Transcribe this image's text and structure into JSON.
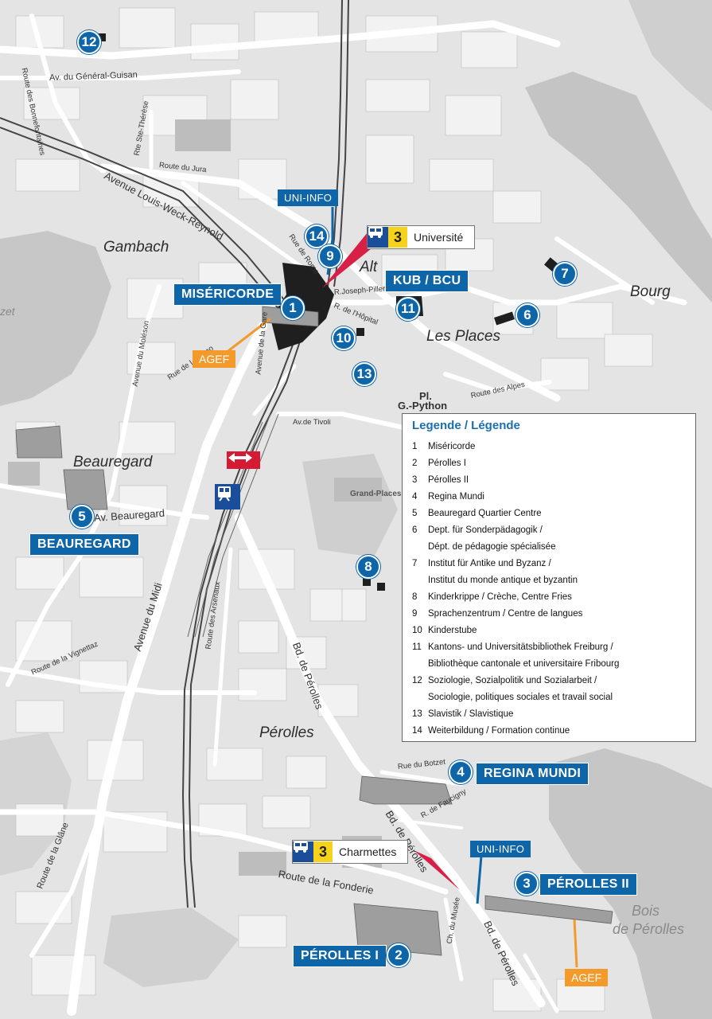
{
  "map": {
    "markers": [
      {
        "number": "12"
      },
      {
        "number": "14"
      },
      {
        "number": "9"
      },
      {
        "number": "1"
      },
      {
        "number": "11"
      },
      {
        "number": "7"
      },
      {
        "number": "6"
      },
      {
        "number": "10"
      },
      {
        "number": "13"
      },
      {
        "number": "5"
      },
      {
        "number": "8"
      },
      {
        "number": "4"
      },
      {
        "number": "3"
      },
      {
        "number": "2"
      }
    ],
    "site_labels": {
      "misericorde": "MISÉRICORDE",
      "kub_bcu": "KUB / BCU",
      "beauregard": "BEAUREGARD",
      "regina_mundi": "REGINA MUNDI",
      "perolles_ii": "PÉROLLES II",
      "perolles_i": "PÉROLLES I"
    },
    "uni_info_label": "UNI-INFO",
    "agef_label": "AGEF",
    "districts": {
      "gambach": "Gambach",
      "alt": "Alt",
      "bourg": "Bourg",
      "les_places": "Les Places",
      "beauregard": "Beauregard",
      "perolles": "Pérolles",
      "bois_line1": "Bois",
      "bois_line2": "de Pérolles",
      "zet": "zet"
    },
    "place_labels": {
      "pl": "Pl.",
      "g_python": "G.-Python",
      "grand_places": "Grand-Places"
    },
    "streets": {
      "bonnefontaines": "Route des Bonnefontaines",
      "general_guisan": "Av. du Général-Guisan",
      "ste_therese": "Rte Ste-Thérèse",
      "jura": "Route du Jura",
      "louis_weck": "Avenue Louis-Weck-Reynold",
      "rome": "Rue de Rome",
      "joseph_piller": "R.Joseph-Piller",
      "hopital": "R. de l'Hôpital",
      "moleson": "Avenue du Moléson",
      "gare": "Avenue de la Gare",
      "locarno": "Rue de Locarno",
      "tivoli": "Av.de Tivoli",
      "alpes": "Route des Alpes",
      "beauregard_av": "Av. Beauregard",
      "midi": "Avenue du Midi",
      "arsenaux": "Route des Arsenaux",
      "perolles_bd": "Bd. de Pérolles",
      "vignettaz": "Route de la Vignettaz",
      "glane": "Route de la Glâne",
      "fonderie": "Route de la Fonderie",
      "botzet": "Rue du Botzet",
      "faucigny": "R. de Faucigny",
      "musee": "Ch. du Musée"
    },
    "bus_stops": [
      {
        "line": "3",
        "name": "Université"
      },
      {
        "line": "3",
        "name": "Charmettes"
      }
    ],
    "icons": [
      "bus-icon",
      "train-station-icon",
      "sbb-railway-icon"
    ]
  },
  "legend": {
    "title": "Legende / Légende",
    "items": [
      {
        "num": "1",
        "text": "Miséricorde"
      },
      {
        "num": "2",
        "text": "Pérolles I"
      },
      {
        "num": "3",
        "text": "Pérolles II"
      },
      {
        "num": "4",
        "text": "Regina Mundi"
      },
      {
        "num": "5",
        "text": "Beauregard Quartier Centre"
      },
      {
        "num": "6",
        "text": "Dept. für Sonderpädagogik /"
      },
      {
        "num": "",
        "text": "Dépt. de pédagogie spécialisée"
      },
      {
        "num": "7",
        "text": "Institut für Antike und Byzanz /"
      },
      {
        "num": "",
        "text": "Institut du monde antique et byzantin"
      },
      {
        "num": "8",
        "text": "Kinderkrippe / Crèche, Centre Fries"
      },
      {
        "num": "9",
        "text": "Sprachenzentrum / Centre de langues"
      },
      {
        "num": "10",
        "text": "Kinderstube"
      },
      {
        "num": "11",
        "text": "Kantons- und Universitätsbibliothek Freiburg /"
      },
      {
        "num": "",
        "text": "Bibliothèque cantonale et universitaire Fribourg"
      },
      {
        "num": "12",
        "text": "Soziologie, Sozialpolitik und Sozialarbeit /"
      },
      {
        "num": "",
        "text": "Sociologie, politiques sociales et travail social"
      },
      {
        "num": "13",
        "text": "Slavistik / Slavistique"
      },
      {
        "num": "14",
        "text": "Weiterbildung / Formation continue"
      }
    ]
  },
  "colors": {
    "marker_blue": "#0e65a8",
    "legend_title": "#1b6fae",
    "agef_orange": "#f39a2b",
    "pointer_red": "#d81f45",
    "bus_yellow": "#f7d21a",
    "sbb_red": "#d71a33"
  }
}
